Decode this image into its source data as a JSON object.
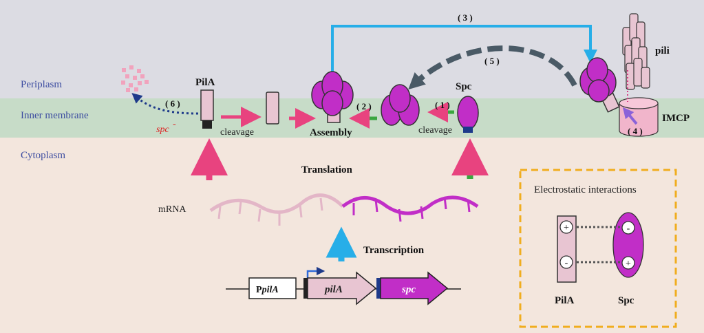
{
  "regions": {
    "periplasm": "Periplasm",
    "inner_membrane": "Inner membrane",
    "cytoplasm": "Cytoplasm"
  },
  "labels": {
    "pila_top": "PilA",
    "spc_top": "Spc",
    "pili": "pili",
    "imcp": "IMCP",
    "cleavage_left": "cleavage",
    "cleavage_right": "cleavage",
    "assembly": "Assembly",
    "spc_minus": "spc",
    "spc_minus_sign": "-",
    "translation": "Translation",
    "transcription": "Transcription",
    "mrna": "mRNA"
  },
  "steps": {
    "s1": "( 1 )",
    "s2": "( 2 )",
    "s3": "( 3 )",
    "s4": "( 4 )",
    "s5": "( 5 )",
    "s6": "( 6 )"
  },
  "gene": {
    "promoter_p": "P",
    "promoter_gene": "pilA",
    "pila": "pilA",
    "spc": "spc"
  },
  "legend": {
    "title": "Electrostatic interactions",
    "plus": "+",
    "minus": "-",
    "pila": "PilA",
    "spc": "Spc"
  },
  "colors": {
    "periplasm_bg": "#dcdce3",
    "membrane_bg": "#c7dcc8",
    "cytoplasm_bg": "#f3e6dd",
    "pila_fill": "#e8c5d2",
    "spc_fill": "#c12ec7",
    "pink_arrow": "#e8437f",
    "green_arrow": "#3aa63f",
    "blue_arrow": "#27aee8",
    "gray_arrow": "#4a5a66",
    "legend_border": "#f0ad1f"
  }
}
